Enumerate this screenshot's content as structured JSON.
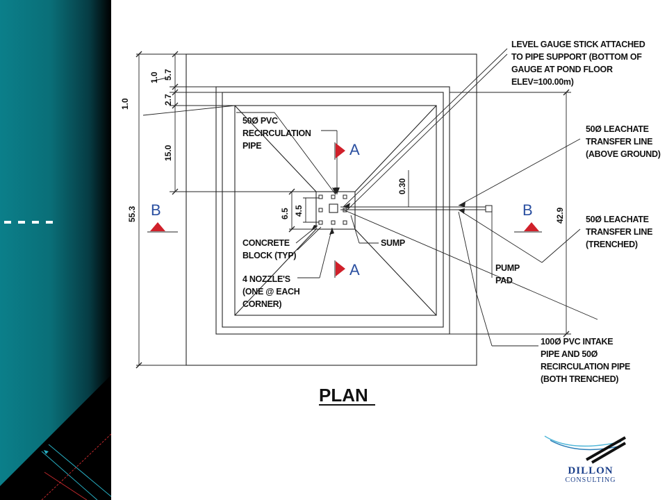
{
  "title": "PLAN",
  "section_labels": {
    "a": "A",
    "b": "B"
  },
  "dimensions": {
    "overall_height": "55.3",
    "offset_outer": "1.0",
    "offset_top": "1.0",
    "offset_berm": "5.7",
    "offset_inner": "2.7",
    "slope_length": "15.0",
    "sump_outer": "6.5",
    "sump_inner": "4.5",
    "sump_depth": "0.30",
    "pond_width": "42.9"
  },
  "callouts": {
    "level_gauge": [
      "LEVEL GAUGE STICK ATTACHED",
      "TO PIPE SUPPORT (BOTTOM OF",
      "GAUGE AT POND FLOOR",
      "ELEV=100.00m)"
    ],
    "pvc_recirc": [
      "50Ø PVC",
      "RECIRCULATION",
      "PIPE"
    ],
    "leachate_above": [
      "50Ø LEACHATE",
      "TRANSFER LINE",
      "(ABOVE GROUND)"
    ],
    "leachate_trenched": [
      "50Ø LEACHATE",
      "TRANSFER LINE",
      "(TRENCHED)"
    ],
    "concrete_block": [
      "CONCRETE",
      "BLOCK (TYP)"
    ],
    "sump": "SUMP",
    "nozzles": [
      "4 NOZZLE'S",
      "(ONE @ EACH",
      "CORNER)"
    ],
    "pump_pad": [
      "PUMP",
      "PAD"
    ],
    "intake_pipe": [
      "100Ø PVC INTAKE",
      "PIPE AND 50Ø",
      "RECIRCULATION PIPE",
      "(BOTH TRENCHED)"
    ]
  },
  "logo": {
    "name": "DILLON",
    "sub": "CONSULTING"
  },
  "colors": {
    "panel": "#0b7f8a",
    "section_flag": "#d0202a",
    "section_text": "#2a4fa0",
    "logo": "#1b3f8a"
  }
}
